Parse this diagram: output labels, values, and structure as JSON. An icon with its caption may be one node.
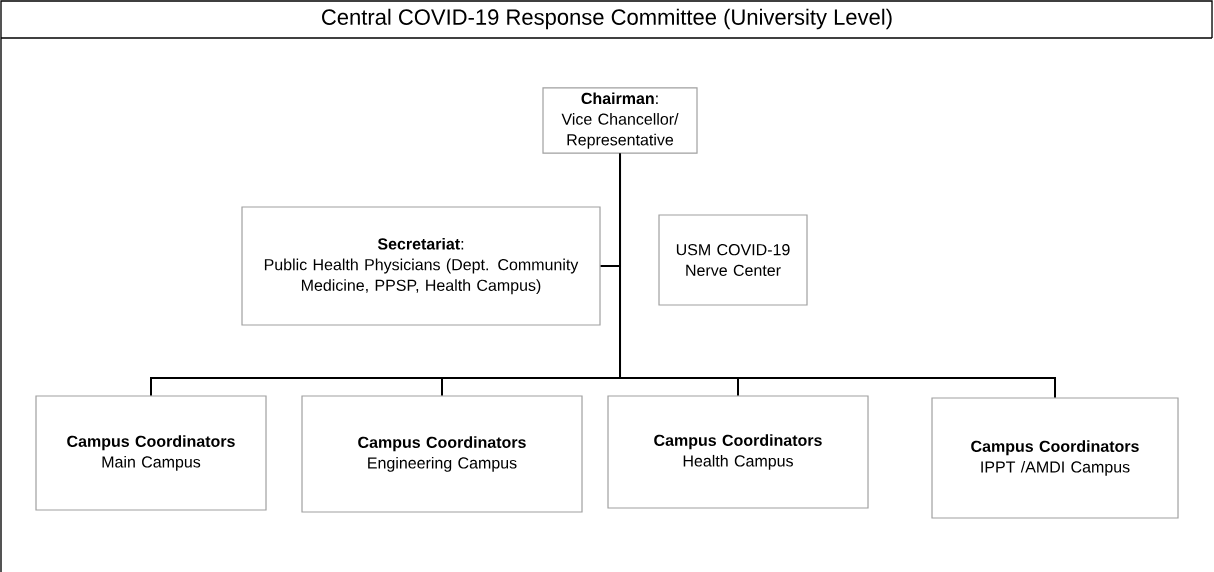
{
  "diagram": {
    "title": "Central COVID-19 Response Committee (University Level)",
    "nodes": [
      {
        "text": [
          "**Chairman**:",
          "Vice Chancellor/ Representative"
        ]
      },
      {
        "text": [
          "**Secretariat**:",
          "Public Health Physicians (Dept. Community Medicine, PPSP, Health Campus)"
        ]
      },
      {
        "text": [
          "USM COVID-19 Nerve Center"
        ]
      },
      {
        "text": [
          "Campus Coordinators",
          "Main Campus"
        ]
      },
      {
        "text": [
          "Campus Coordinators",
          "Engineering Campus"
        ]
      },
      {
        "text": [
          "Campus Coordinators",
          "Health Campus"
        ]
      },
      {
        "text": [
          "Campus Coordinators",
          "IPPT /AMDI Campus"
        ]
      }
    ],
    "edges": [
      {
        "from": 0,
        "to": 1,
        "arrow": "none"
      },
      {
        "from": 0,
        "to": 3,
        "arrow": "none"
      },
      {
        "from": 0,
        "to": 4,
        "arrow": "none"
      },
      {
        "from": 0,
        "to": 5,
        "arrow": "none"
      },
      {
        "from": 0,
        "to": 6,
        "arrow": "none"
      }
    ]
  }
}
